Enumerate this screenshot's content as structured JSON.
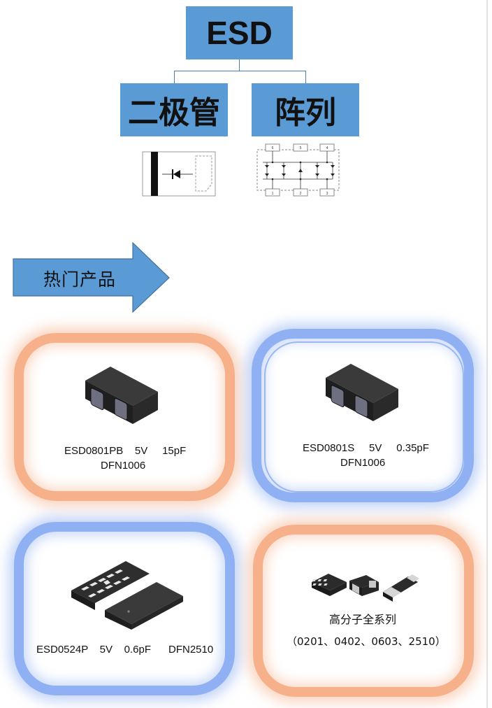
{
  "tree": {
    "root": "ESD",
    "left": "二极管",
    "right": "阵列"
  },
  "array_pins": {
    "top": [
      "6",
      "5",
      "4"
    ],
    "bottom": [
      "1",
      "2",
      "3"
    ]
  },
  "hot": {
    "label": "热门产品"
  },
  "products": [
    {
      "line1": "ESD0801PB    5V     15pF",
      "line2": "DFN1006"
    },
    {
      "line1": "ESD0801S     5V     0.35pF",
      "line2": "DFN1006"
    },
    {
      "line1": "ESD0524P    5V    0.6pF      DFN2510",
      "line2": ""
    },
    {
      "line1": "高分子全系列",
      "line2": "（0201、0402、0603、2510）"
    }
  ],
  "colors": {
    "box_blue": "#5b9bd5",
    "arrow_blue": "#5b9bd5",
    "card_orange": "#f6b08a",
    "card_blue": "#8fb0f2",
    "chip_body": "#2b2b2b"
  }
}
